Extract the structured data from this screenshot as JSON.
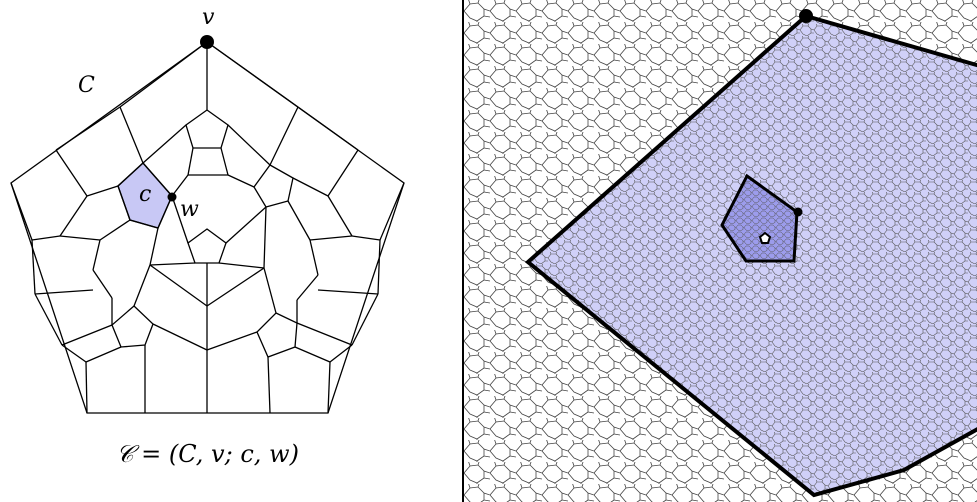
{
  "labels": {
    "v": "v",
    "C": "C",
    "c": "c",
    "w": "w"
  },
  "caption": "𝒞 = (C, v; c, w)",
  "colors": {
    "highlight": "#c8c8f5",
    "region": "#d0d0f8",
    "inner": "#9c9cec",
    "line": "#000000"
  }
}
